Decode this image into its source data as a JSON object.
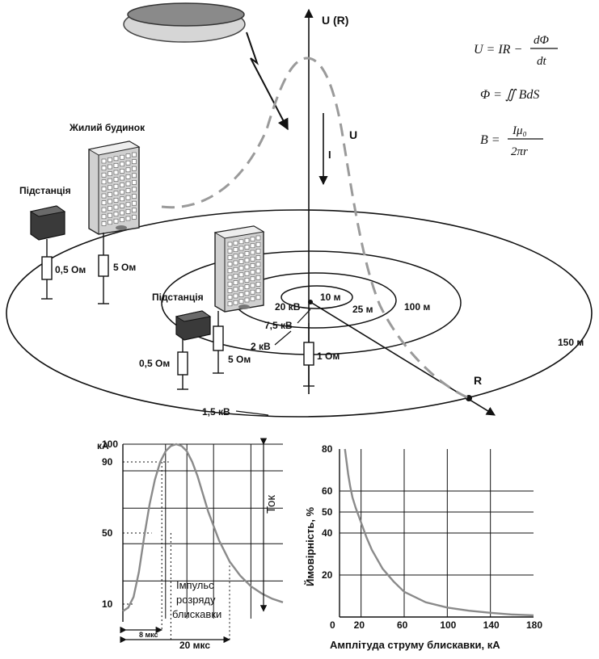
{
  "top": {
    "axis_label": "U (R)",
    "curve_label": "U",
    "current_label": "I",
    "r_label": "R",
    "building_label": "Жилий будинок",
    "substation_label_1": "Підстанція",
    "substation_label_2": "Підстанція",
    "resistors": [
      "0,5 Ом",
      "5 Ом",
      "0,5 Ом",
      "5 Ом",
      "1 Ом"
    ],
    "radii": [
      "10 м",
      "25 м",
      "100 м",
      "150 м"
    ],
    "voltages": [
      "20 кВ",
      "7,5 кВ",
      "2 кВ",
      "1,5 кВ"
    ],
    "formula_1": {
      "lhs": "U = IR −",
      "num": "dΦ",
      "den": "dt"
    },
    "formula_2": {
      "text": "Φ = ∬ BdS"
    },
    "formula_3": {
      "lhs": "B =",
      "num": "Iμ₀",
      "den": "2πr"
    },
    "colors": {
      "ground": "#111111",
      "cloud": "#7a7a7a",
      "building": "#c8c8c8",
      "substation": "#3a3a3a"
    }
  },
  "chart_data": [
    {
      "type": "line",
      "title": "",
      "ylabel": "кА",
      "side_label": "Ток",
      "annotation": [
        "Імпульс",
        "розряду",
        "блискавки"
      ],
      "y_ticks": [
        "100",
        "90",
        "50",
        "10"
      ],
      "ylim": [
        0,
        100
      ],
      "x_unit": "мкс",
      "marks": [
        "8 мкс",
        "20 мкс"
      ],
      "series": [
        {
          "x": [
            0,
            1,
            2,
            3,
            4,
            5,
            6,
            7,
            8,
            9,
            10,
            11,
            12,
            13,
            14,
            15,
            16,
            18,
            20,
            22,
            24,
            26,
            28,
            30
          ],
          "values": [
            6,
            8,
            14,
            28,
            48,
            66,
            80,
            90,
            96,
            99,
            100,
            99,
            96,
            90,
            82,
            72,
            62,
            46,
            34,
            26,
            20,
            16,
            13,
            11
          ]
        }
      ]
    },
    {
      "type": "line",
      "xlabel": "Амплітуда струму блискавки, кА",
      "ylabel": "Ймовірність, %",
      "x_ticks": [
        "0",
        "20",
        "60",
        "100",
        "140",
        "180"
      ],
      "y_ticks": [
        "80",
        "60",
        "50",
        "40",
        "20"
      ],
      "xlim": [
        0,
        180
      ],
      "ylim": [
        0,
        80
      ],
      "series": [
        {
          "x": [
            5,
            8,
            10,
            12,
            15,
            20,
            25,
            30,
            40,
            50,
            60,
            80,
            100,
            120,
            140,
            160,
            180
          ],
          "values": [
            80,
            68,
            62,
            57,
            52,
            45,
            38,
            32,
            23,
            17,
            12,
            7,
            4.5,
            3,
            2,
            1.2,
            0.8
          ]
        }
      ]
    }
  ]
}
